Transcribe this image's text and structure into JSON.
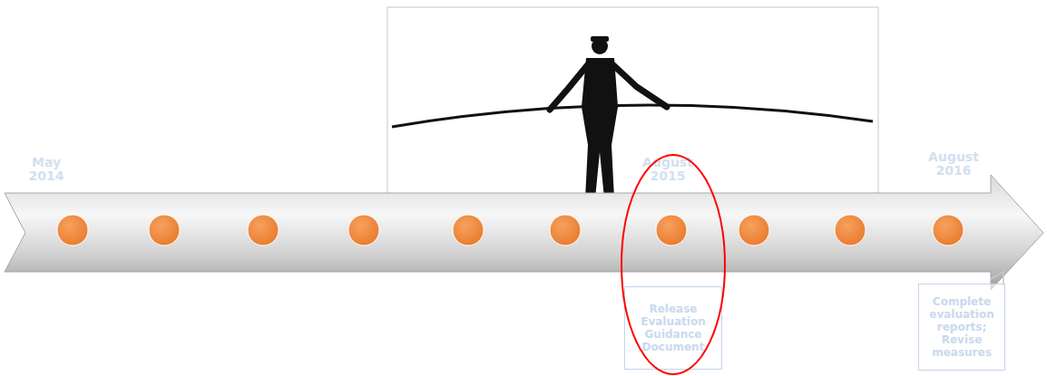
{
  "diagram": {
    "nodes": [
      {
        "text": [
          "Release Evaluation Guidance Document"
        ]
      },
      {
        "text": [
          "Complete evaluation reports; Revise measures"
        ]
      }
    ],
    "labels": [
      "May 2014",
      "August 2015",
      "August 2016"
    ]
  }
}
